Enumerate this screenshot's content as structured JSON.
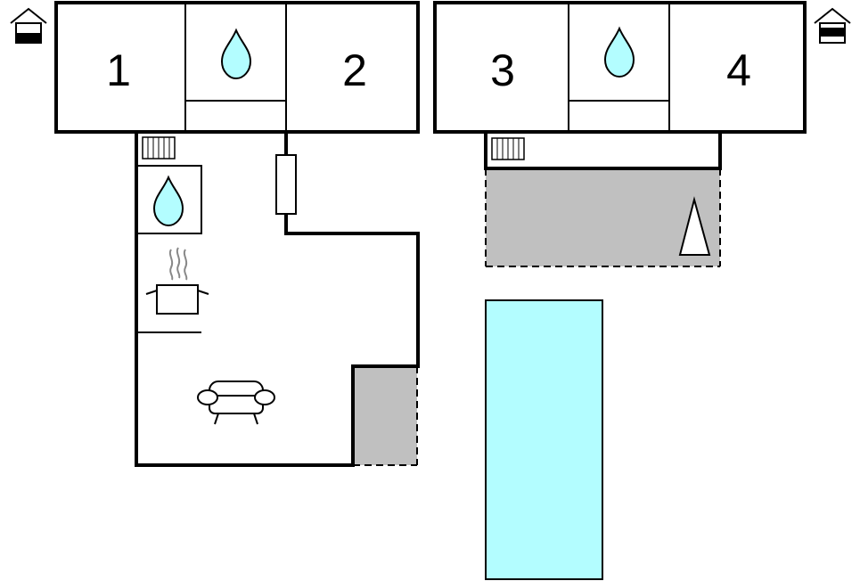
{
  "rooms": [
    {
      "label": "1"
    },
    {
      "label": "2"
    },
    {
      "label": "3"
    },
    {
      "label": "4"
    }
  ],
  "icons": {
    "bathroom": "water-drop-icon",
    "kitchen": "cooking-pot-icon",
    "living_room": "sofa-icon",
    "heating": "radiator-icon",
    "floor_level": "house-floor-icon",
    "terrace": "parasol-icon"
  },
  "colors": {
    "wall": "#000000",
    "water": "#B3FDFF",
    "terrace": "#C0C0C0",
    "pool": "#B3FDFF"
  }
}
